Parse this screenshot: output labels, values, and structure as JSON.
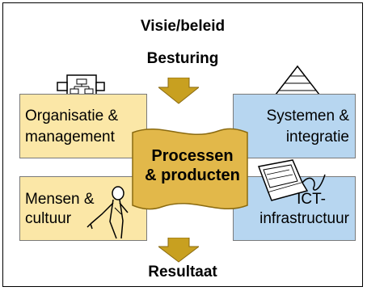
{
  "header": {
    "top_label": "Visie/beleid",
    "sub_label": "Besturing"
  },
  "boxes": {
    "org": {
      "line1": "Organisatie &",
      "line2": "management"
    },
    "sys": {
      "line1": "Systemen &",
      "line2": "integratie"
    },
    "people": {
      "line1": "Mensen &",
      "line2": "cultuur"
    },
    "ict": {
      "line1": "ICT-",
      "line2": "infrastructuur"
    }
  },
  "center": {
    "line1": "Processen",
    "line2": "& producten"
  },
  "footer": {
    "label": "Resultaat"
  },
  "colors": {
    "tan": "#fbe7a7",
    "blue": "#b7d6f0",
    "arrow": "#c8a020",
    "center": "#e2b84a"
  }
}
